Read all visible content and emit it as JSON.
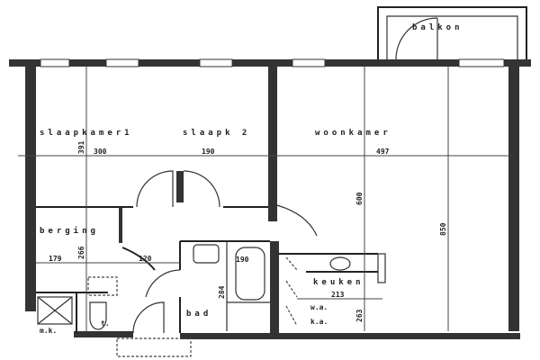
{
  "rooms": {
    "balkon": "balkon",
    "slaapkamer1": "slaapkamer1",
    "slaapk2": "slaapk 2",
    "woonkamer": "woonkamer",
    "berging": "berging",
    "keuken": "keuken",
    "bad": "bad",
    "mk": "m.k.",
    "wa": "w.a.",
    "ka": "k.a.",
    "t": "t."
  },
  "dimensions": {
    "sk1_depth": "391",
    "sk1_width": "300",
    "sk2_width": "190",
    "woon_width": "497",
    "woon_depth_inner": "600",
    "woon_depth": "850",
    "berging_width": "179",
    "berging_depth": "266",
    "hall_width": "120",
    "bad_width": "190",
    "bad_depth": "284",
    "keuken_width": "213",
    "keuken_depth": "263"
  }
}
